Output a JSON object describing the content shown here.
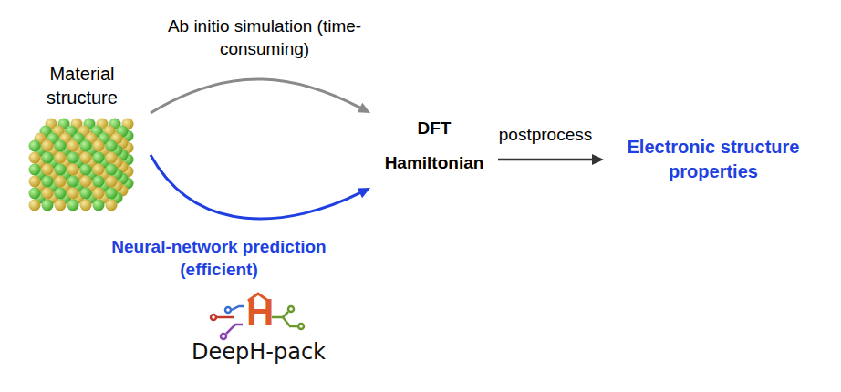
{
  "diagram": {
    "nodes": [
      {
        "text": [
          "Material structure"
        ]
      },
      {
        "text": [
          "DFT Hamiltonian"
        ]
      },
      {
        "text": [
          "Electronic structure properties"
        ]
      }
    ],
    "edges": [
      {
        "from": 0,
        "to": 1,
        "label": "Ab initio simulation (time-consuming)",
        "arrow": "to"
      },
      {
        "from": 0,
        "to": 1,
        "label": "Neural-network prediction (efficient)",
        "arrow": "to"
      },
      {
        "from": 1,
        "to": 2,
        "label": "postprocess",
        "arrow": "to"
      }
    ],
    "labels": [
      "H",
      "DeepH-pack"
    ]
  }
}
